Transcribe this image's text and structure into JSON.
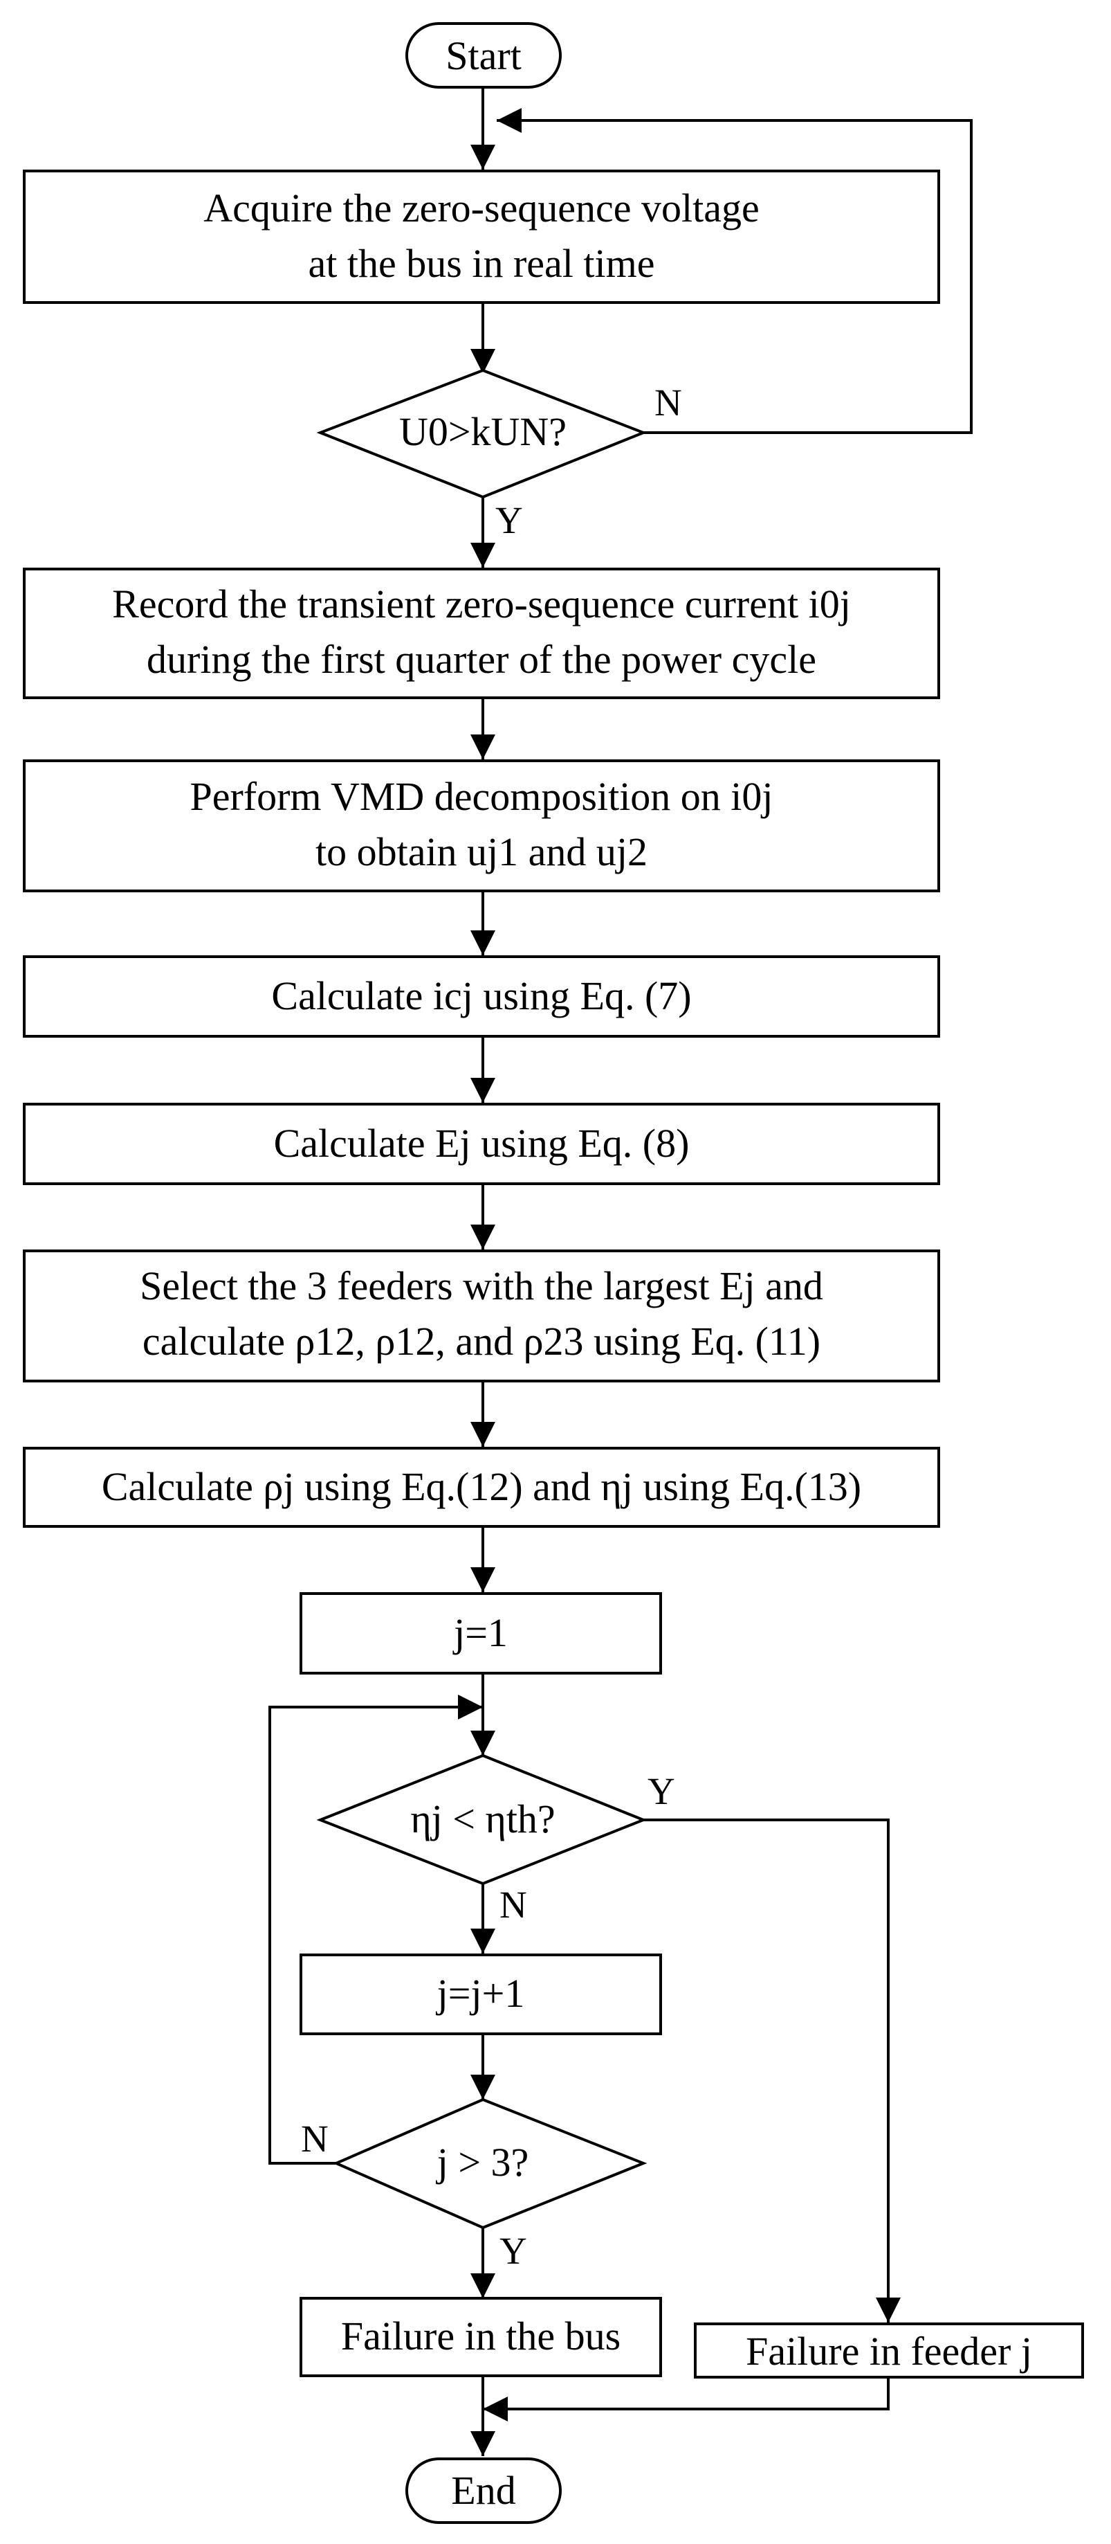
{
  "flowchart": {
    "start": "Start",
    "acquire": [
      "Acquire the zero-sequence voltage",
      "at the bus in real time"
    ],
    "cond_voltage": "U0>kUN?",
    "record": [
      "Record the transient zero-sequence current i0j",
      "during the first quarter of the power cycle"
    ],
    "vmd": [
      "Perform VMD decomposition on i0j",
      "to obtain uj1 and uj2"
    ],
    "calc_icj": "Calculate icj using Eq. (7)",
    "calc_ej": "Calculate Ej using Eq. (8)",
    "select": [
      "Select the 3 feeders with the largest Ej and",
      "calculate ρ12, ρ12, and ρ23 using Eq. (11)"
    ],
    "calc_rho_eta": "Calculate ρj using Eq.(12) and ηj using Eq.(13)",
    "init_j": "j=1",
    "cond_eta": "ηj < ηth?",
    "inc_j": "j=j+1",
    "cond_j": "j > 3?",
    "fail_bus": "Failure in the bus",
    "fail_feeder": "Failure in  feeder j",
    "end": "End"
  },
  "edge_labels": {
    "yes": "Y",
    "no": "N"
  }
}
